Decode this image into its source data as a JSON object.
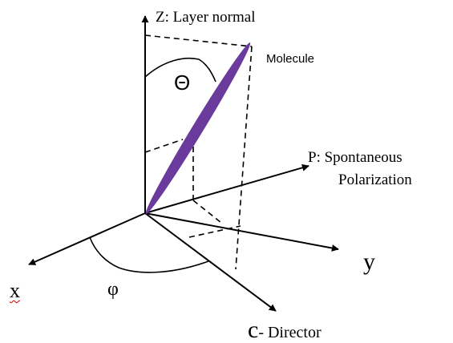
{
  "labels": {
    "z_axis": "Z:  Layer normal",
    "molecule": "Molecule",
    "theta": "Θ",
    "polarization_line1": "P: Spontaneous",
    "polarization_line2": "Polarization",
    "y_axis": "y",
    "x_axis": "x",
    "phi": "φ",
    "director_letter": "c",
    "director_rest": "- Director"
  },
  "colors": {
    "molecule": "#6a3a9c",
    "lines": "#000000"
  }
}
